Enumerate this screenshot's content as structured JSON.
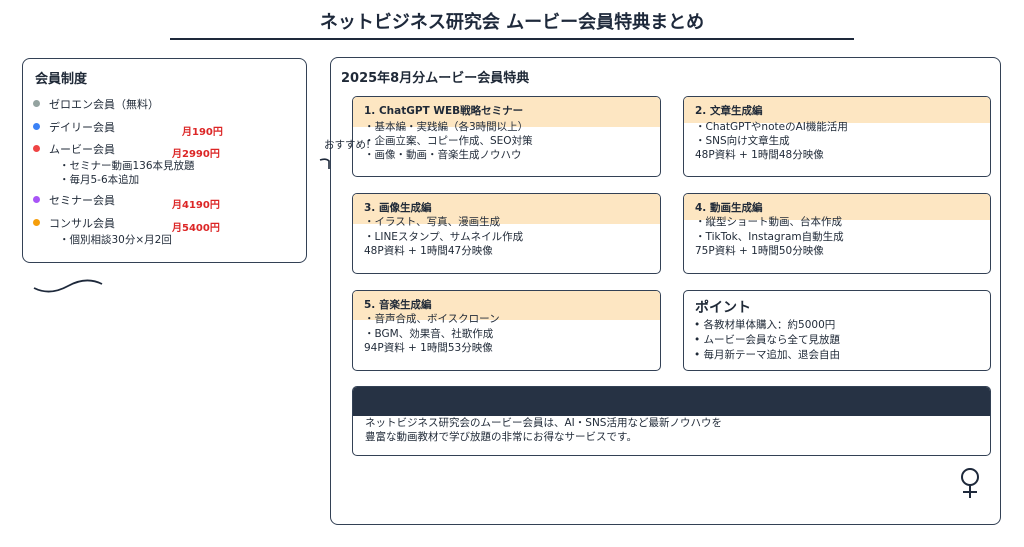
{
  "title": "ネットビジネス研究会 ムービー会員特典まとめ",
  "membership": {
    "heading": "会員制度",
    "items": [
      {
        "label": "ゼロエン会員（無料）",
        "price": "",
        "color": "#94a3a0",
        "notes": []
      },
      {
        "label": "デイリー会員",
        "price": "月190円",
        "color": "#3b82f6",
        "notes": []
      },
      {
        "label": "ムービー会員",
        "price": "月2990円",
        "color": "#ef4444",
        "notes": [
          "・セミナー動画136本見放題",
          "・毎月5-6本追加"
        ]
      },
      {
        "label": "セミナー会員",
        "price": "月4190円",
        "color": "#a855f7",
        "notes": []
      },
      {
        "label": "コンサル会員",
        "price": "月5400円",
        "color": "#f59e0b",
        "notes": [
          "・個別相談30分×月2回"
        ]
      }
    ]
  },
  "perks": {
    "heading": "2025年8月分ムービー会員特典",
    "cards": [
      {
        "title": "1. ChatGPT WEB戦略セミナー",
        "lines": [
          "・基本編・実践編（各3時間以上）",
          "・企画立案、コピー作成、SEO対策",
          "・画像・動画・音楽生成ノウハウ"
        ]
      },
      {
        "title": "2. 文章生成編",
        "lines": [
          "・ChatGPTやnoteのAI機能活用",
          "・SNS向け文章生成",
          "48P資料 + 1時間48分映像"
        ]
      },
      {
        "title": "3. 画像生成編",
        "lines": [
          "・イラスト、写真、漫画生成",
          "・LINEスタンプ、サムネイル作成",
          "48P資料 + 1時間47分映像"
        ]
      },
      {
        "title": "4. 動画生成編",
        "lines": [
          "・縦型ショート動画、台本作成",
          "・TikTok、Instagram自動生成",
          "75P資料 + 1時間50分映像"
        ]
      },
      {
        "title": "5. 音楽生成編",
        "lines": [
          "・音声合成、ボイスクローン",
          "・BGM、効果音、社歌作成",
          "94P資料 + 1時間53分映像"
        ]
      }
    ],
    "point": {
      "title": "ポイント",
      "lines": [
        "• 各教材単体購入：約5000円",
        "• ムービー会員なら全て見放題",
        "• 毎月新テーマ追加、退会自由"
      ]
    },
    "summary": {
      "lines": [
        "ネットビジネス研究会のムービー会員は、AI・SNS活用など最新ノウハウを",
        "豊富な動画教材で学び放題の非常にお得なサービスです。"
      ]
    }
  },
  "floating_text": "おすすめ!",
  "colors": {
    "band": "#fde6c2",
    "summary_band": "#263244",
    "price": "#dc2626",
    "border": "#334155"
  }
}
